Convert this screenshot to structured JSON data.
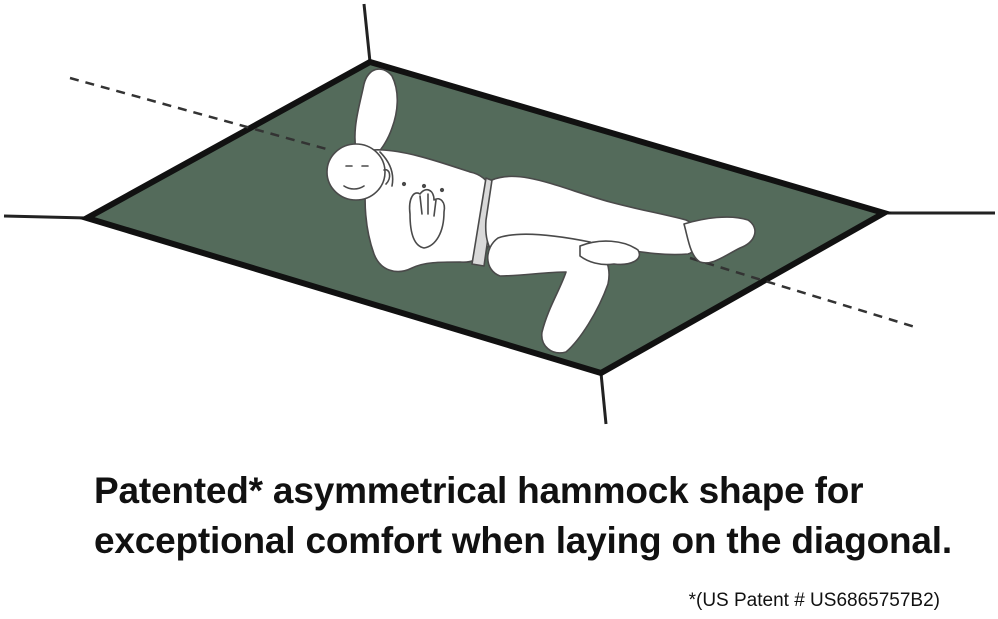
{
  "caption": {
    "line1": "Patented* asymmetrical hammock shape for",
    "line2": "exceptional comfort when laying on the diagonal."
  },
  "footnote": "*(US Patent # US6865757B2)",
  "colors": {
    "hammock_fabric": "#546b5b",
    "outline": "#111111",
    "figure_fill": "#ffffff",
    "text": "#111111"
  },
  "icons": [
    "hammock-illustration",
    "reclining-person-illustration"
  ]
}
